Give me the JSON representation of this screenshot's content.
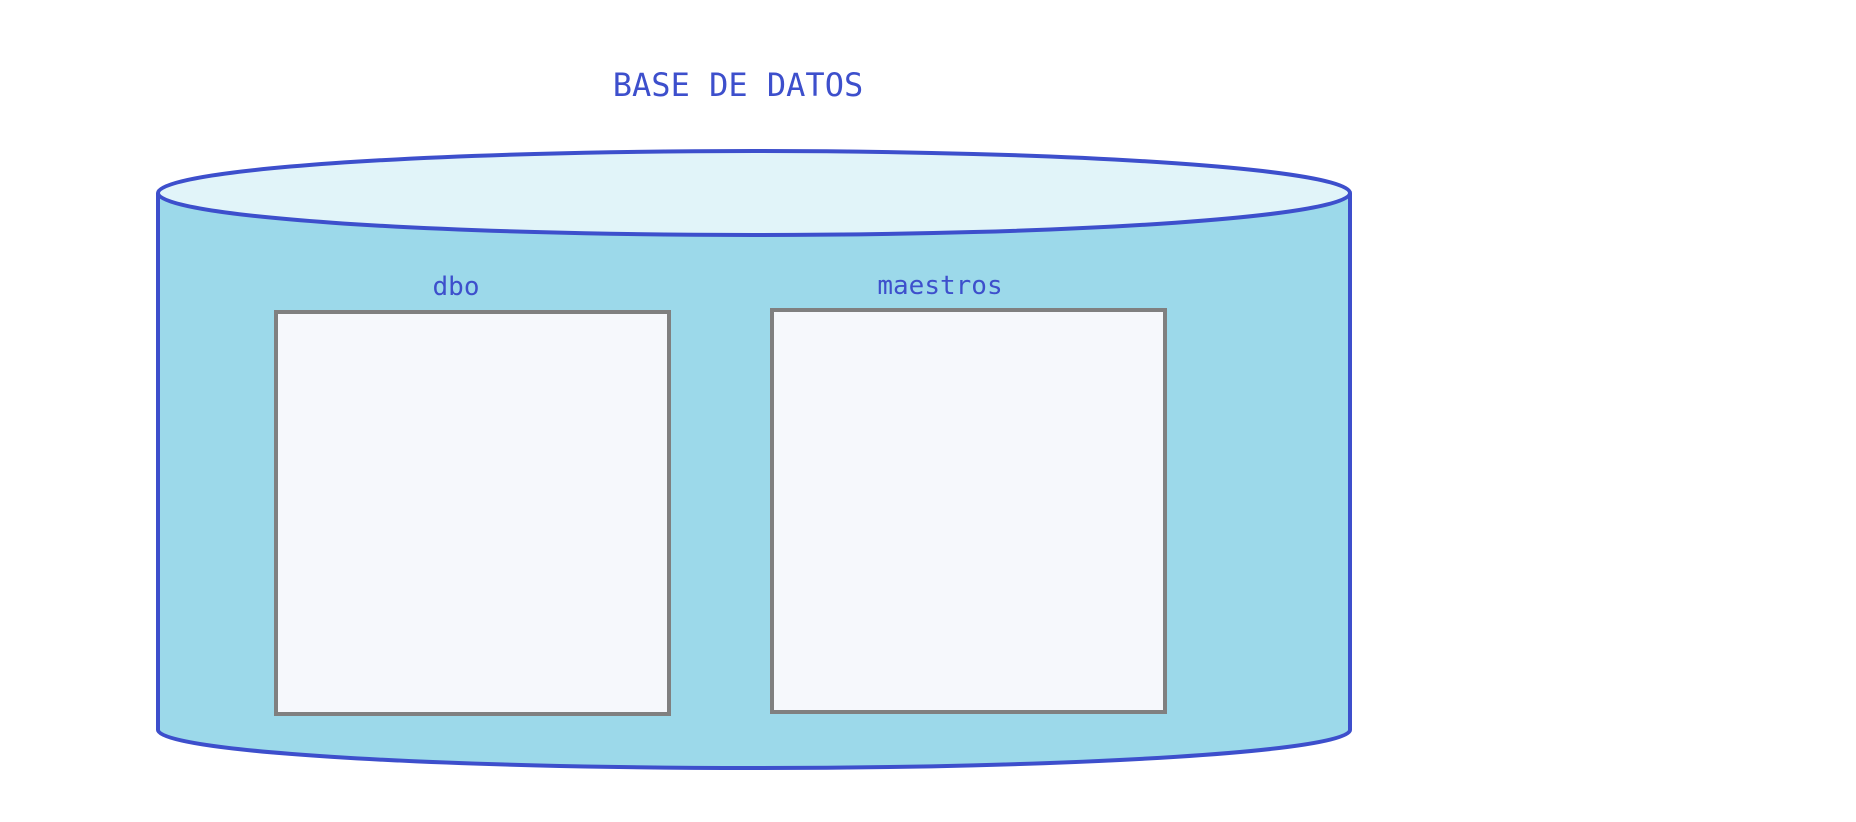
{
  "diagram": {
    "title": "BASE DE DATOS",
    "schemas": [
      {
        "label": "dbo"
      },
      {
        "label": "maestros"
      }
    ]
  },
  "colors": {
    "outline": "#3d4fcc",
    "cylinder_body": "#9cd9ea",
    "cylinder_top": "#e1f4f9",
    "schema_fill": "#f6f8fc",
    "schema_border": "#808080",
    "text": "#3d4fcc"
  }
}
